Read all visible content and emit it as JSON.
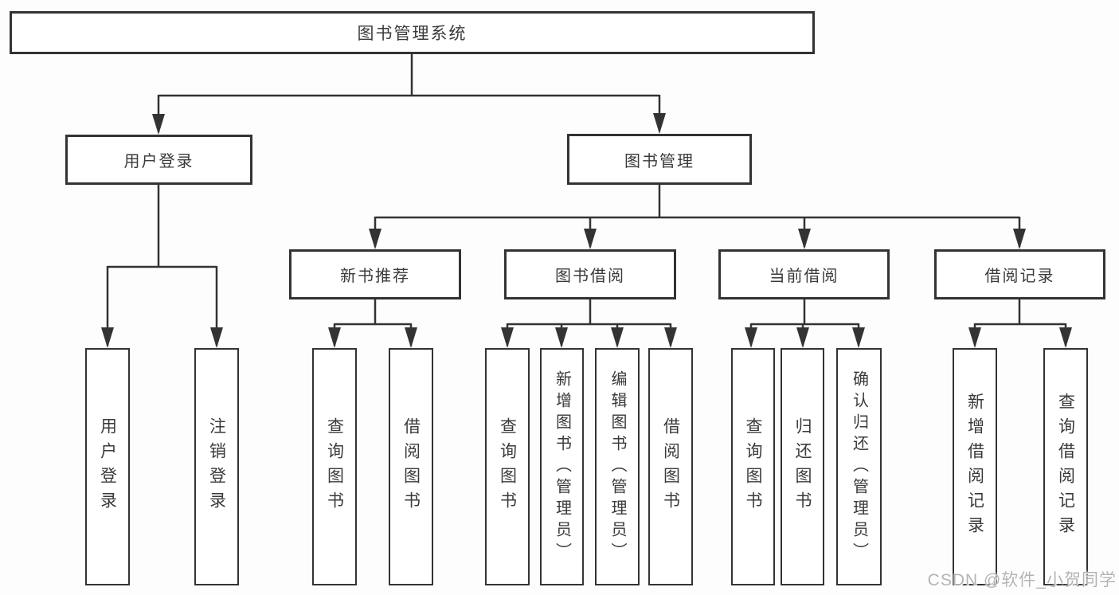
{
  "diagram": {
    "type": "functional-structure-tree",
    "title": "图书管理系统"
  },
  "tree": {
    "root": {
      "label": "图书管理系统",
      "children": [
        {
          "label": "用户登录",
          "children": [
            {
              "label": "用户登录"
            },
            {
              "label": "注销登录"
            }
          ]
        },
        {
          "label": "图书管理",
          "children": [
            {
              "label": "新书推荐",
              "children": [
                {
                  "label": "查询图书"
                },
                {
                  "label": "借阅图书"
                }
              ]
            },
            {
              "label": "图书借阅",
              "children": [
                {
                  "label": "查询图书"
                },
                {
                  "label": "新增图书（管理员）"
                },
                {
                  "label": "编辑图书（管理员）"
                },
                {
                  "label": "借阅图书"
                }
              ]
            },
            {
              "label": "当前借阅",
              "children": [
                {
                  "label": "查询图书"
                },
                {
                  "label": "归还图书"
                },
                {
                  "label": "确认归还（管理员）"
                }
              ]
            },
            {
              "label": "借阅记录",
              "children": [
                {
                  "label": "新增借阅记录"
                },
                {
                  "label": "查询借阅记录"
                }
              ]
            }
          ]
        }
      ]
    }
  },
  "watermark": {
    "text": "CSDN @软件_小贺同学"
  },
  "colors": {
    "line": "#333333",
    "box_border": "#333333",
    "box_fill": "#ffffff",
    "text": "#3a3a3a",
    "watermark": "#b4b4b4",
    "background": "#fdfdfd"
  }
}
